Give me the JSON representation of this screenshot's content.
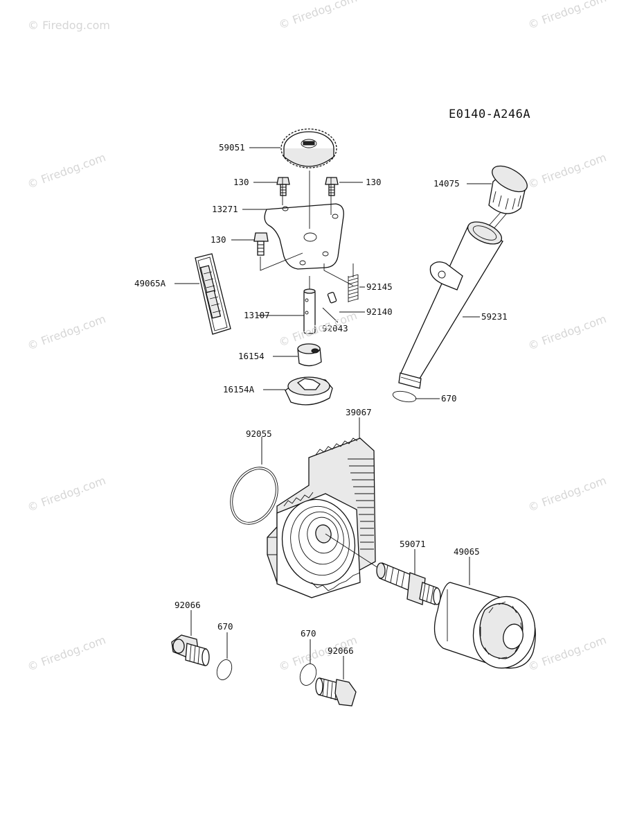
{
  "diagram_code": "E0140-A246A",
  "watermark_text": "© Firedog.com",
  "parts": {
    "p59051": "59051",
    "p130_a": "130",
    "p130_b": "130",
    "p130_c": "130",
    "p13271": "13271",
    "p49065A": "49065A",
    "p13107": "13107",
    "p92145": "92145",
    "p92140": "92140",
    "p92043": "92043",
    "p16154": "16154",
    "p16154A": "16154A",
    "p14075": "14075",
    "p59231": "59231",
    "p670_a": "670",
    "p39067": "39067",
    "p92055": "92055",
    "p59071": "59071",
    "p49065": "49065",
    "p92066_a": "92066",
    "p670_b": "670",
    "p670_c": "670",
    "p92066_b": "92066"
  }
}
